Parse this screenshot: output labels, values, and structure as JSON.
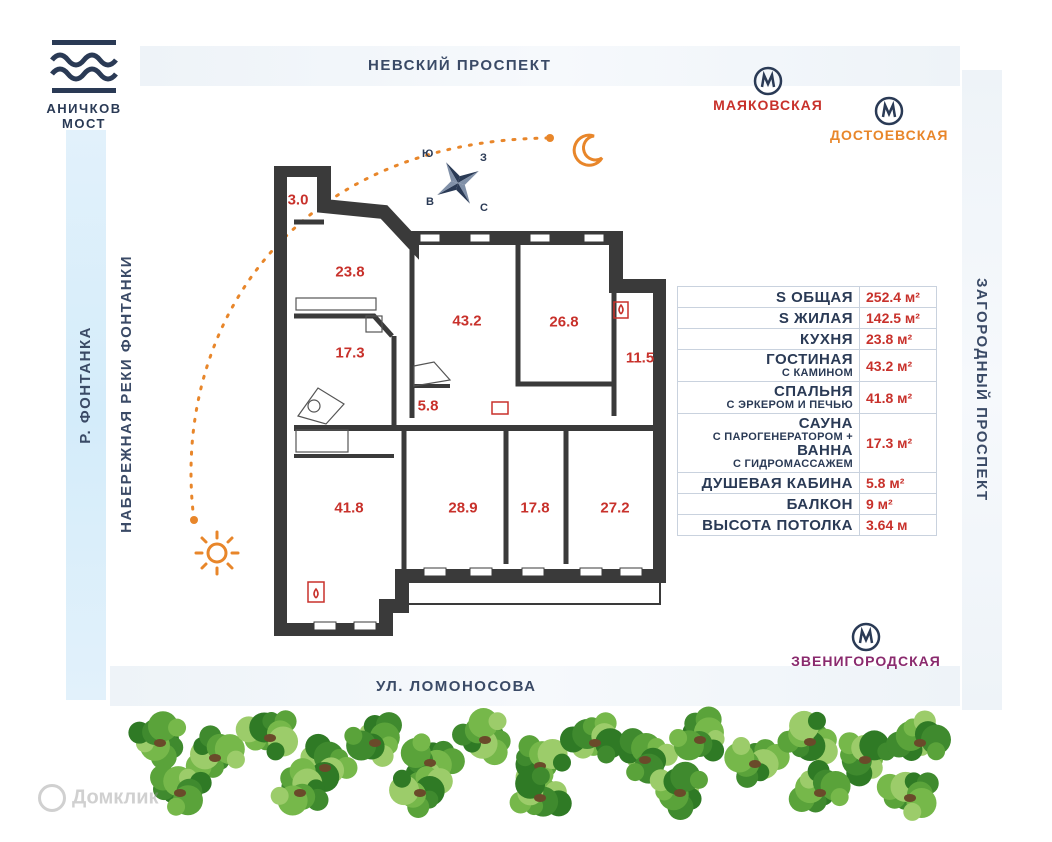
{
  "logo": {
    "line1": "АНИЧКОВ",
    "line2": "МОСТ"
  },
  "streets": {
    "top": "НЕВСКИЙ ПРОСПЕКТ",
    "bottom": "УЛ. ЛОМОНОСОВА",
    "left_river": "Р. ФОНТАНКА",
    "left_embankment": "НАБЕРЕЖНАЯ РЕКИ ФОНТАНКИ",
    "right": "ЗАГОРОДНЫЙ ПРОСПЕКТ"
  },
  "metro": [
    {
      "name": "МАЯКОВСКАЯ",
      "color": "#c8312b"
    },
    {
      "name": "ДОСТОЕВСКАЯ",
      "color": "#e8862a"
    },
    {
      "name": "ЗВЕНИГОРОДСКАЯ",
      "color": "#8a2a6e"
    }
  ],
  "compass": {
    "n": "Ю",
    "e": "З",
    "s": "С",
    "w": "В"
  },
  "rooms": [
    "3.0",
    "23.8",
    "17.3",
    "5.8",
    "43.2",
    "26.8",
    "11.5",
    "41.8",
    "28.9",
    "17.8",
    "27.2"
  ],
  "specs": [
    {
      "label": "S ОБЩАЯ",
      "sub": "",
      "value": "252.4 м²"
    },
    {
      "label": "S ЖИЛАЯ",
      "sub": "",
      "value": "142.5 м²"
    },
    {
      "label": "КУХНЯ",
      "sub": "",
      "value": "23.8 м²"
    },
    {
      "label": "ГОСТИНАЯ",
      "sub": "С КАМИНОМ",
      "value": "43.2 м²"
    },
    {
      "label": "СПАЛЬНЯ",
      "sub": "С ЭРКЕРОМ И ПЕЧЬЮ",
      "value": "41.8 м²"
    },
    {
      "label": "САУНА",
      "sub": "С ПАРОГЕНЕРАТОРОМ +",
      "label2": "ВАННА",
      "sub2": "С ГИДРОМАССАЖЕМ",
      "value": "17.3 м²"
    },
    {
      "label": "ДУШЕВАЯ КАБИНА",
      "sub": "",
      "value": "5.8 м²"
    },
    {
      "label": "БАЛКОН",
      "sub": "",
      "value": "9 м²"
    },
    {
      "label": "ВЫСОТА ПОТОЛКА",
      "sub": "",
      "value": "3.64 м"
    }
  ],
  "colors": {
    "accent": "#c8312b",
    "sun": "#e8862a",
    "wall": "#3a3a3a",
    "tree": "#3f8a2e"
  },
  "watermark": "Домклик"
}
